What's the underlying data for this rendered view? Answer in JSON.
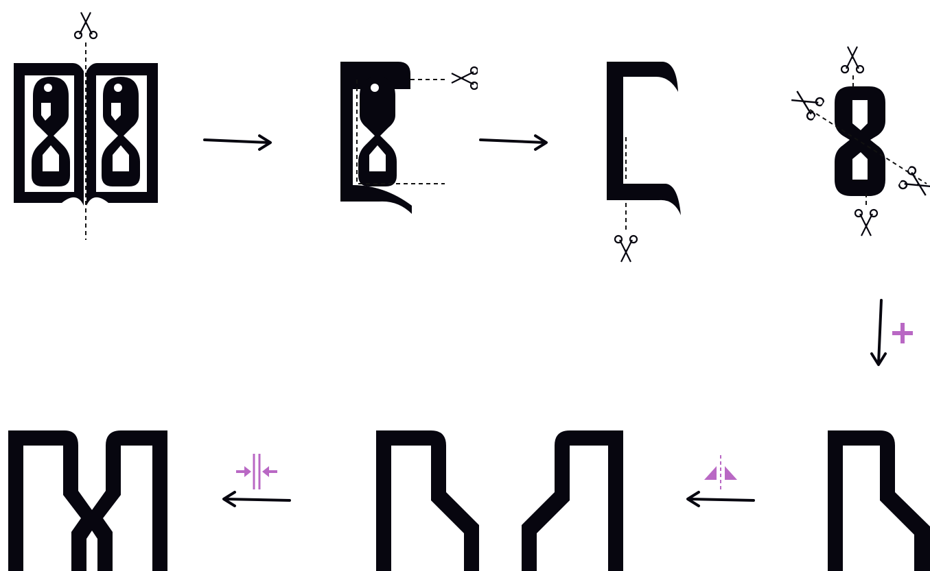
{
  "colors": {
    "ink": "#07060f",
    "accent": "#b968c4",
    "background": "#ffffff"
  },
  "diagram": {
    "steps": [
      {
        "id": "ornament-book",
        "icon": "scissors-icon"
      },
      {
        "id": "half-ornament",
        "icon": "scissors-icon"
      },
      {
        "id": "bracket-shape",
        "icon": "scissors-icon"
      },
      {
        "id": "figure-eight",
        "icon": "scissors-icon"
      },
      {
        "id": "single-leg-glyph",
        "icon": "plus-icon"
      },
      {
        "id": "mirrored-pair",
        "icon": "mirror-icon"
      },
      {
        "id": "joined-glyph",
        "icon": "join-icon"
      }
    ],
    "operations": [
      {
        "from": "ornament-book",
        "to": "half-ornament",
        "icon": "arrow-right-icon"
      },
      {
        "from": "half-ornament",
        "to": "bracket-shape",
        "icon": "arrow-right-icon"
      },
      {
        "from": "figure-eight",
        "to": "single-leg-glyph",
        "icon": "arrow-down-icon",
        "modifier": "plus-icon"
      },
      {
        "from": "single-leg-glyph",
        "to": "mirrored-pair",
        "icon": "arrow-left-icon",
        "modifier": "mirror-icon"
      },
      {
        "from": "mirrored-pair",
        "to": "joined-glyph",
        "icon": "arrow-left-icon",
        "modifier": "join-icon"
      }
    ]
  }
}
